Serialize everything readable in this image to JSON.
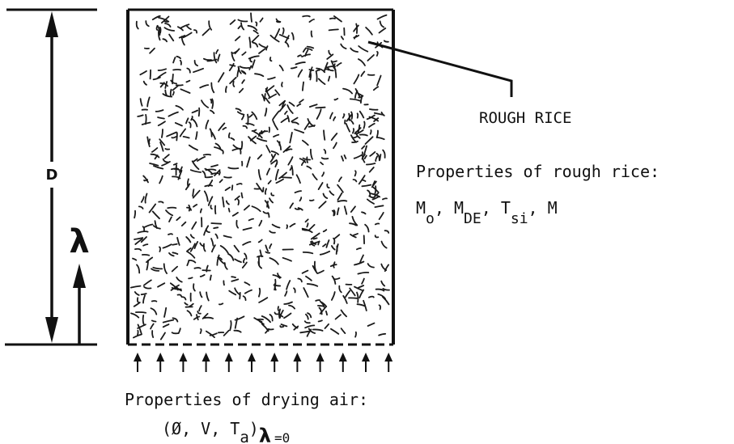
{
  "diagram": {
    "dimension_label": "D",
    "height_symbol": "λ",
    "callout_label": "ROUGH RICE",
    "rice_properties": {
      "heading": "Properties of rough rice:",
      "symbols": [
        {
          "base": "M",
          "sub": "o"
        },
        {
          "base": "M",
          "sub": "DE"
        },
        {
          "base": "T",
          "sub": "si"
        },
        {
          "base": "M",
          "sub": ""
        }
      ]
    },
    "air_properties": {
      "heading": "Properties of drying air:",
      "open": "(Ø, V, T",
      "t_sub": "a",
      "close": ")",
      "lambda": "λ",
      "equals": "=0"
    }
  }
}
